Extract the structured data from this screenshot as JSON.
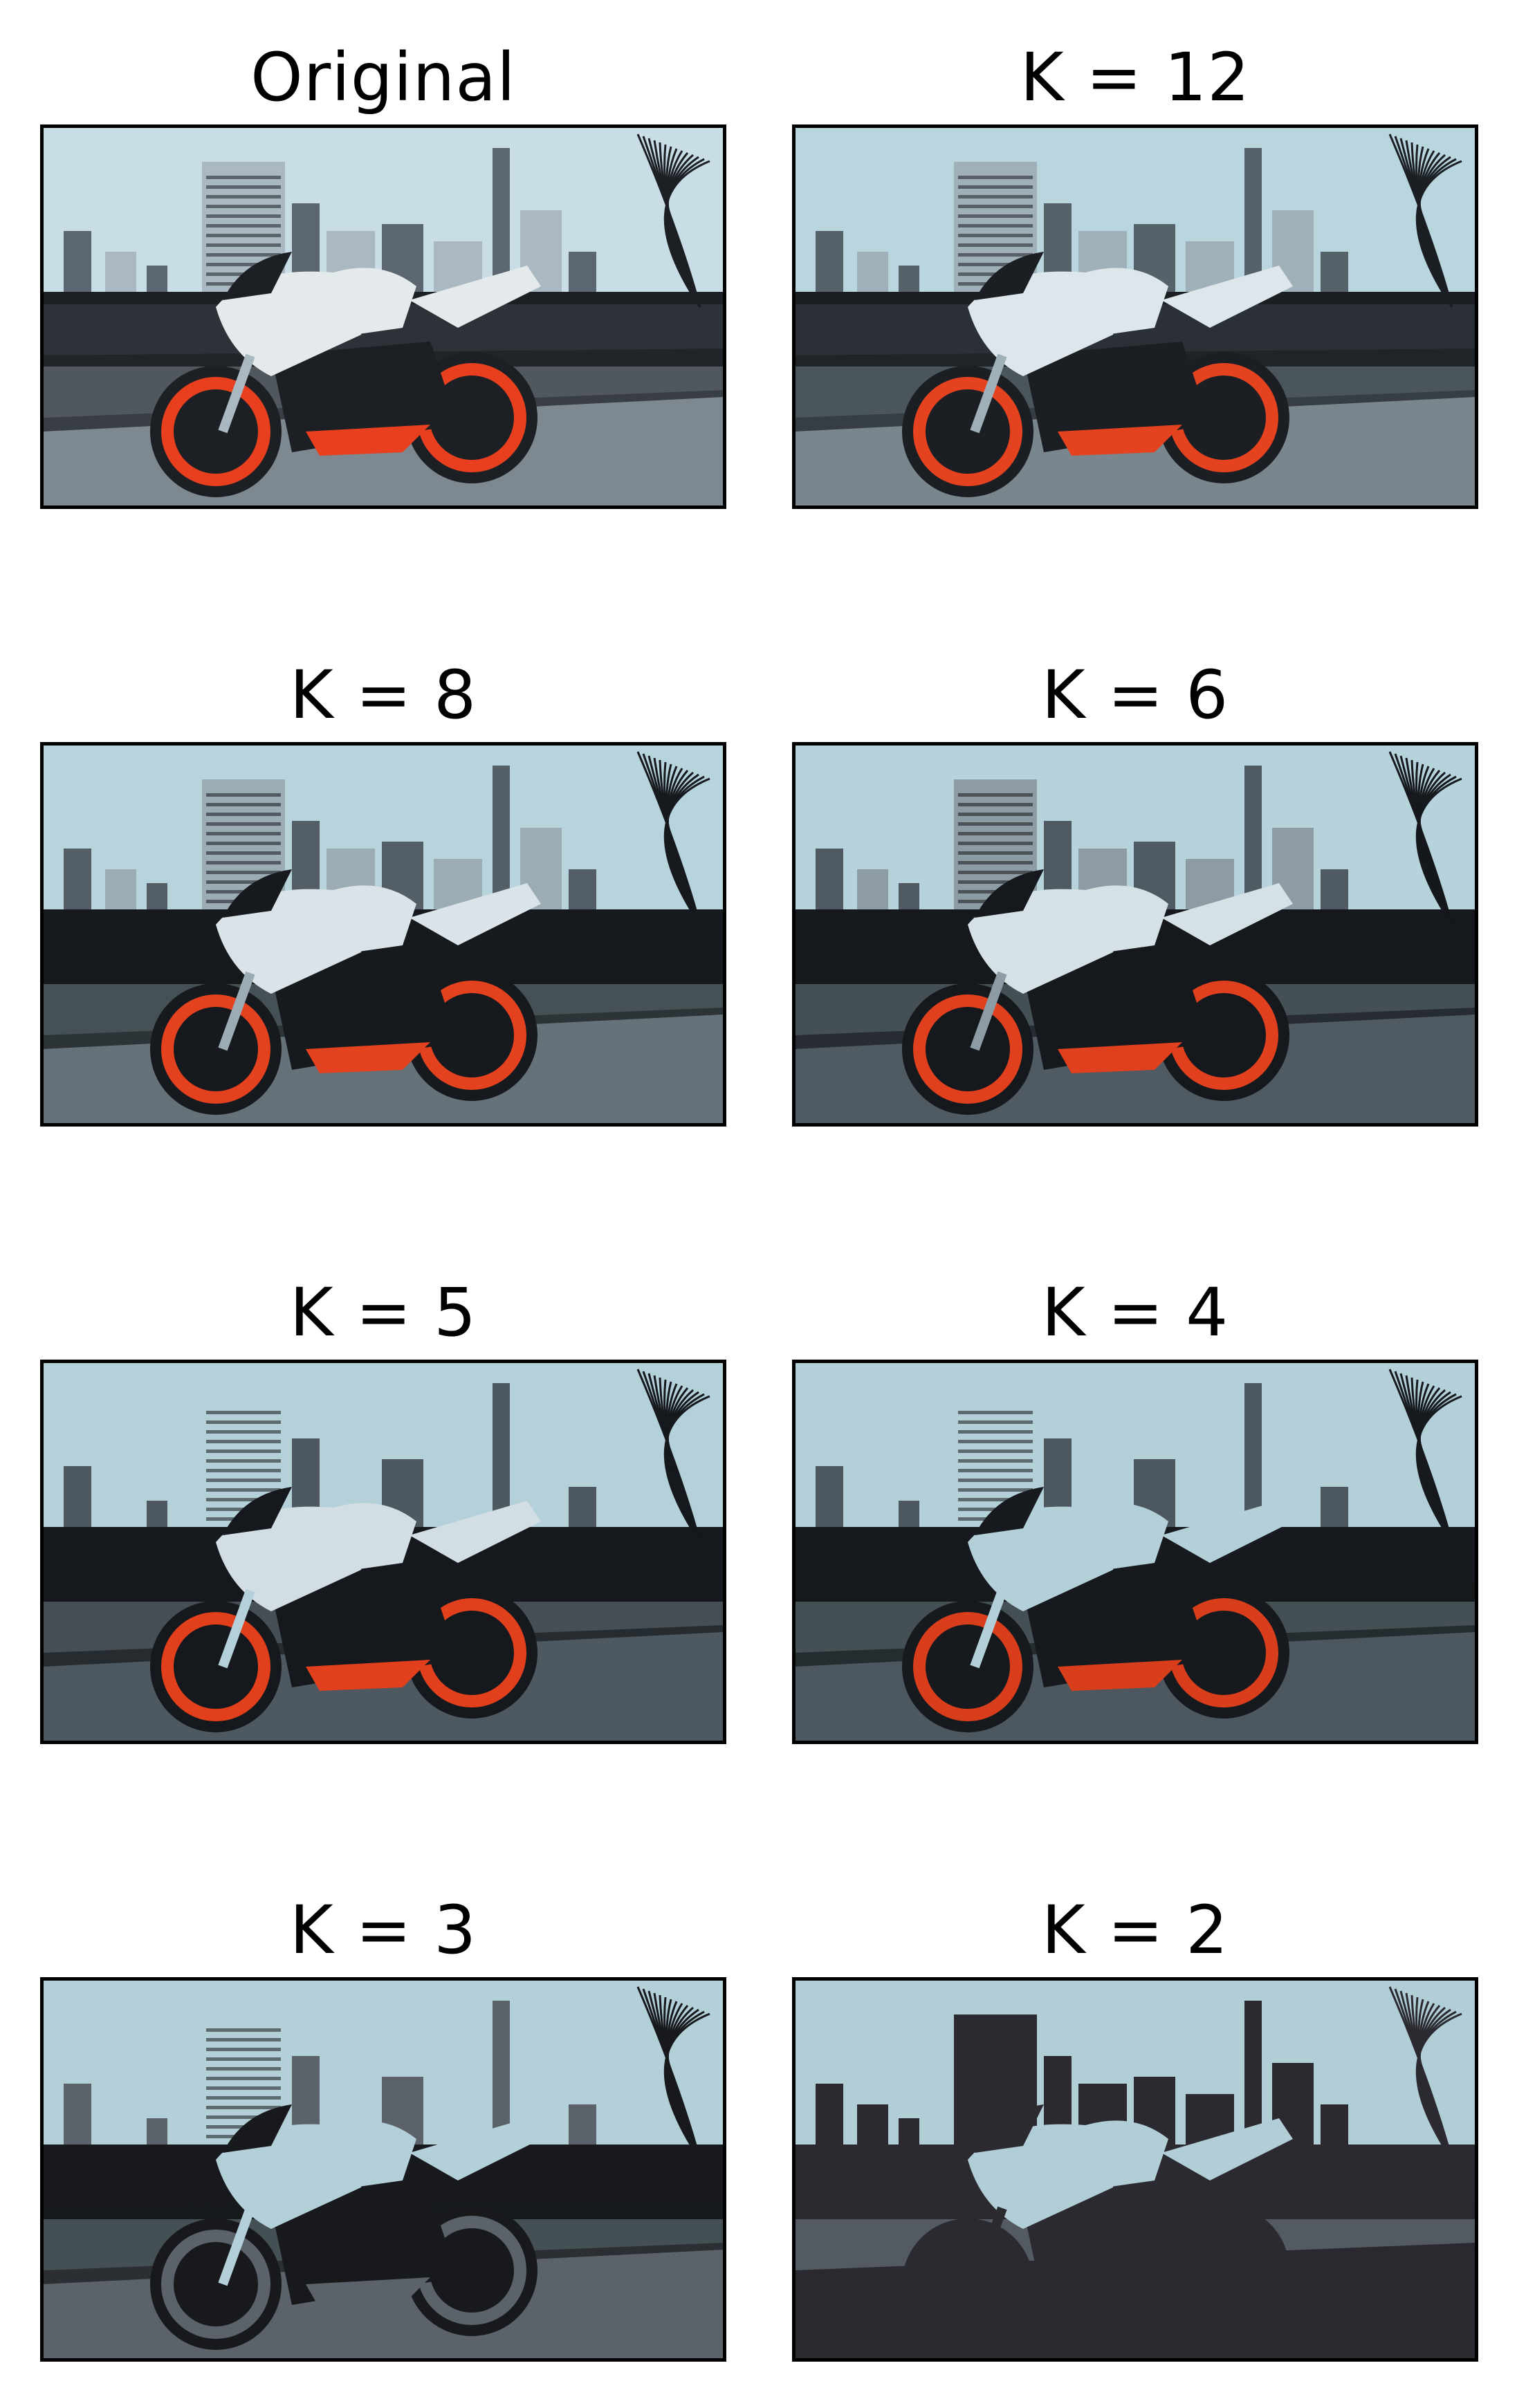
{
  "panels": [
    {
      "title": "Original",
      "palette": {
        "sky": "#c9dde6",
        "building": "#5b6670",
        "building_light": "#aab8c2",
        "dark": "#1c1f24",
        "ground": "#7d8890",
        "bike": "#e4e9ec",
        "accent": "#e8401e",
        "water": "#2c3238"
      }
    },
    {
      "title": "K = 12",
      "palette": {
        "sky": "#b9d6df",
        "building": "#56626a",
        "building_light": "#9fb0b8",
        "dark": "#1b1f23",
        "ground": "#7a868d",
        "bike": "#dde6ea",
        "accent": "#e5421f",
        "water": "#2a3036"
      }
    },
    {
      "title": "K = 8",
      "palette": {
        "sky": "#b7d3dc",
        "building": "#535e66",
        "building_light": "#9cacb4",
        "dark": "#16191d",
        "ground": "#66727a",
        "bike": "#d9e3e8",
        "accent": "#e4421e",
        "water": "#16191d"
      }
    },
    {
      "title": "K = 6",
      "palette": {
        "sky": "#b6d2db",
        "building": "#4f5a62",
        "building_light": "#8d9ca4",
        "dark": "#15181c",
        "ground": "#4f5a62",
        "bike": "#d6e1e6",
        "accent": "#e0401d",
        "water": "#15181c"
      }
    },
    {
      "title": "K = 5",
      "palette": {
        "sky": "#b4d0d9",
        "building": "#4d5860",
        "building_light": "#b4d0d9",
        "dark": "#15181c",
        "ground": "#4d5860",
        "bike": "#d3dee4",
        "accent": "#e2401d",
        "water": "#15181c"
      }
    },
    {
      "title": "K = 4",
      "palette": {
        "sky": "#b3cfd8",
        "building": "#4c5760",
        "building_light": "#b3cfd8",
        "dark": "#16191d",
        "ground": "#4c5760",
        "bike": "#b3cfd8",
        "accent": "#d83d1c",
        "water": "#16191d"
      }
    },
    {
      "title": "K = 3",
      "palette": {
        "sky": "#b3d0d9",
        "building": "#5b6269",
        "building_light": "#b3d0d9",
        "dark": "#17191d",
        "ground": "#5b6269",
        "bike": "#b3d0d9",
        "accent": "#5b6269",
        "water": "#17191d"
      }
    },
    {
      "title": "K = 2",
      "palette": {
        "sky": "#b1cdd6",
        "building": "#2b2a30",
        "building_light": "#2b2a30",
        "dark": "#2b2a30",
        "ground": "#2b2a30",
        "bike": "#b1cdd6",
        "accent": "#2b2a30",
        "water": "#2b2a30"
      }
    }
  ]
}
